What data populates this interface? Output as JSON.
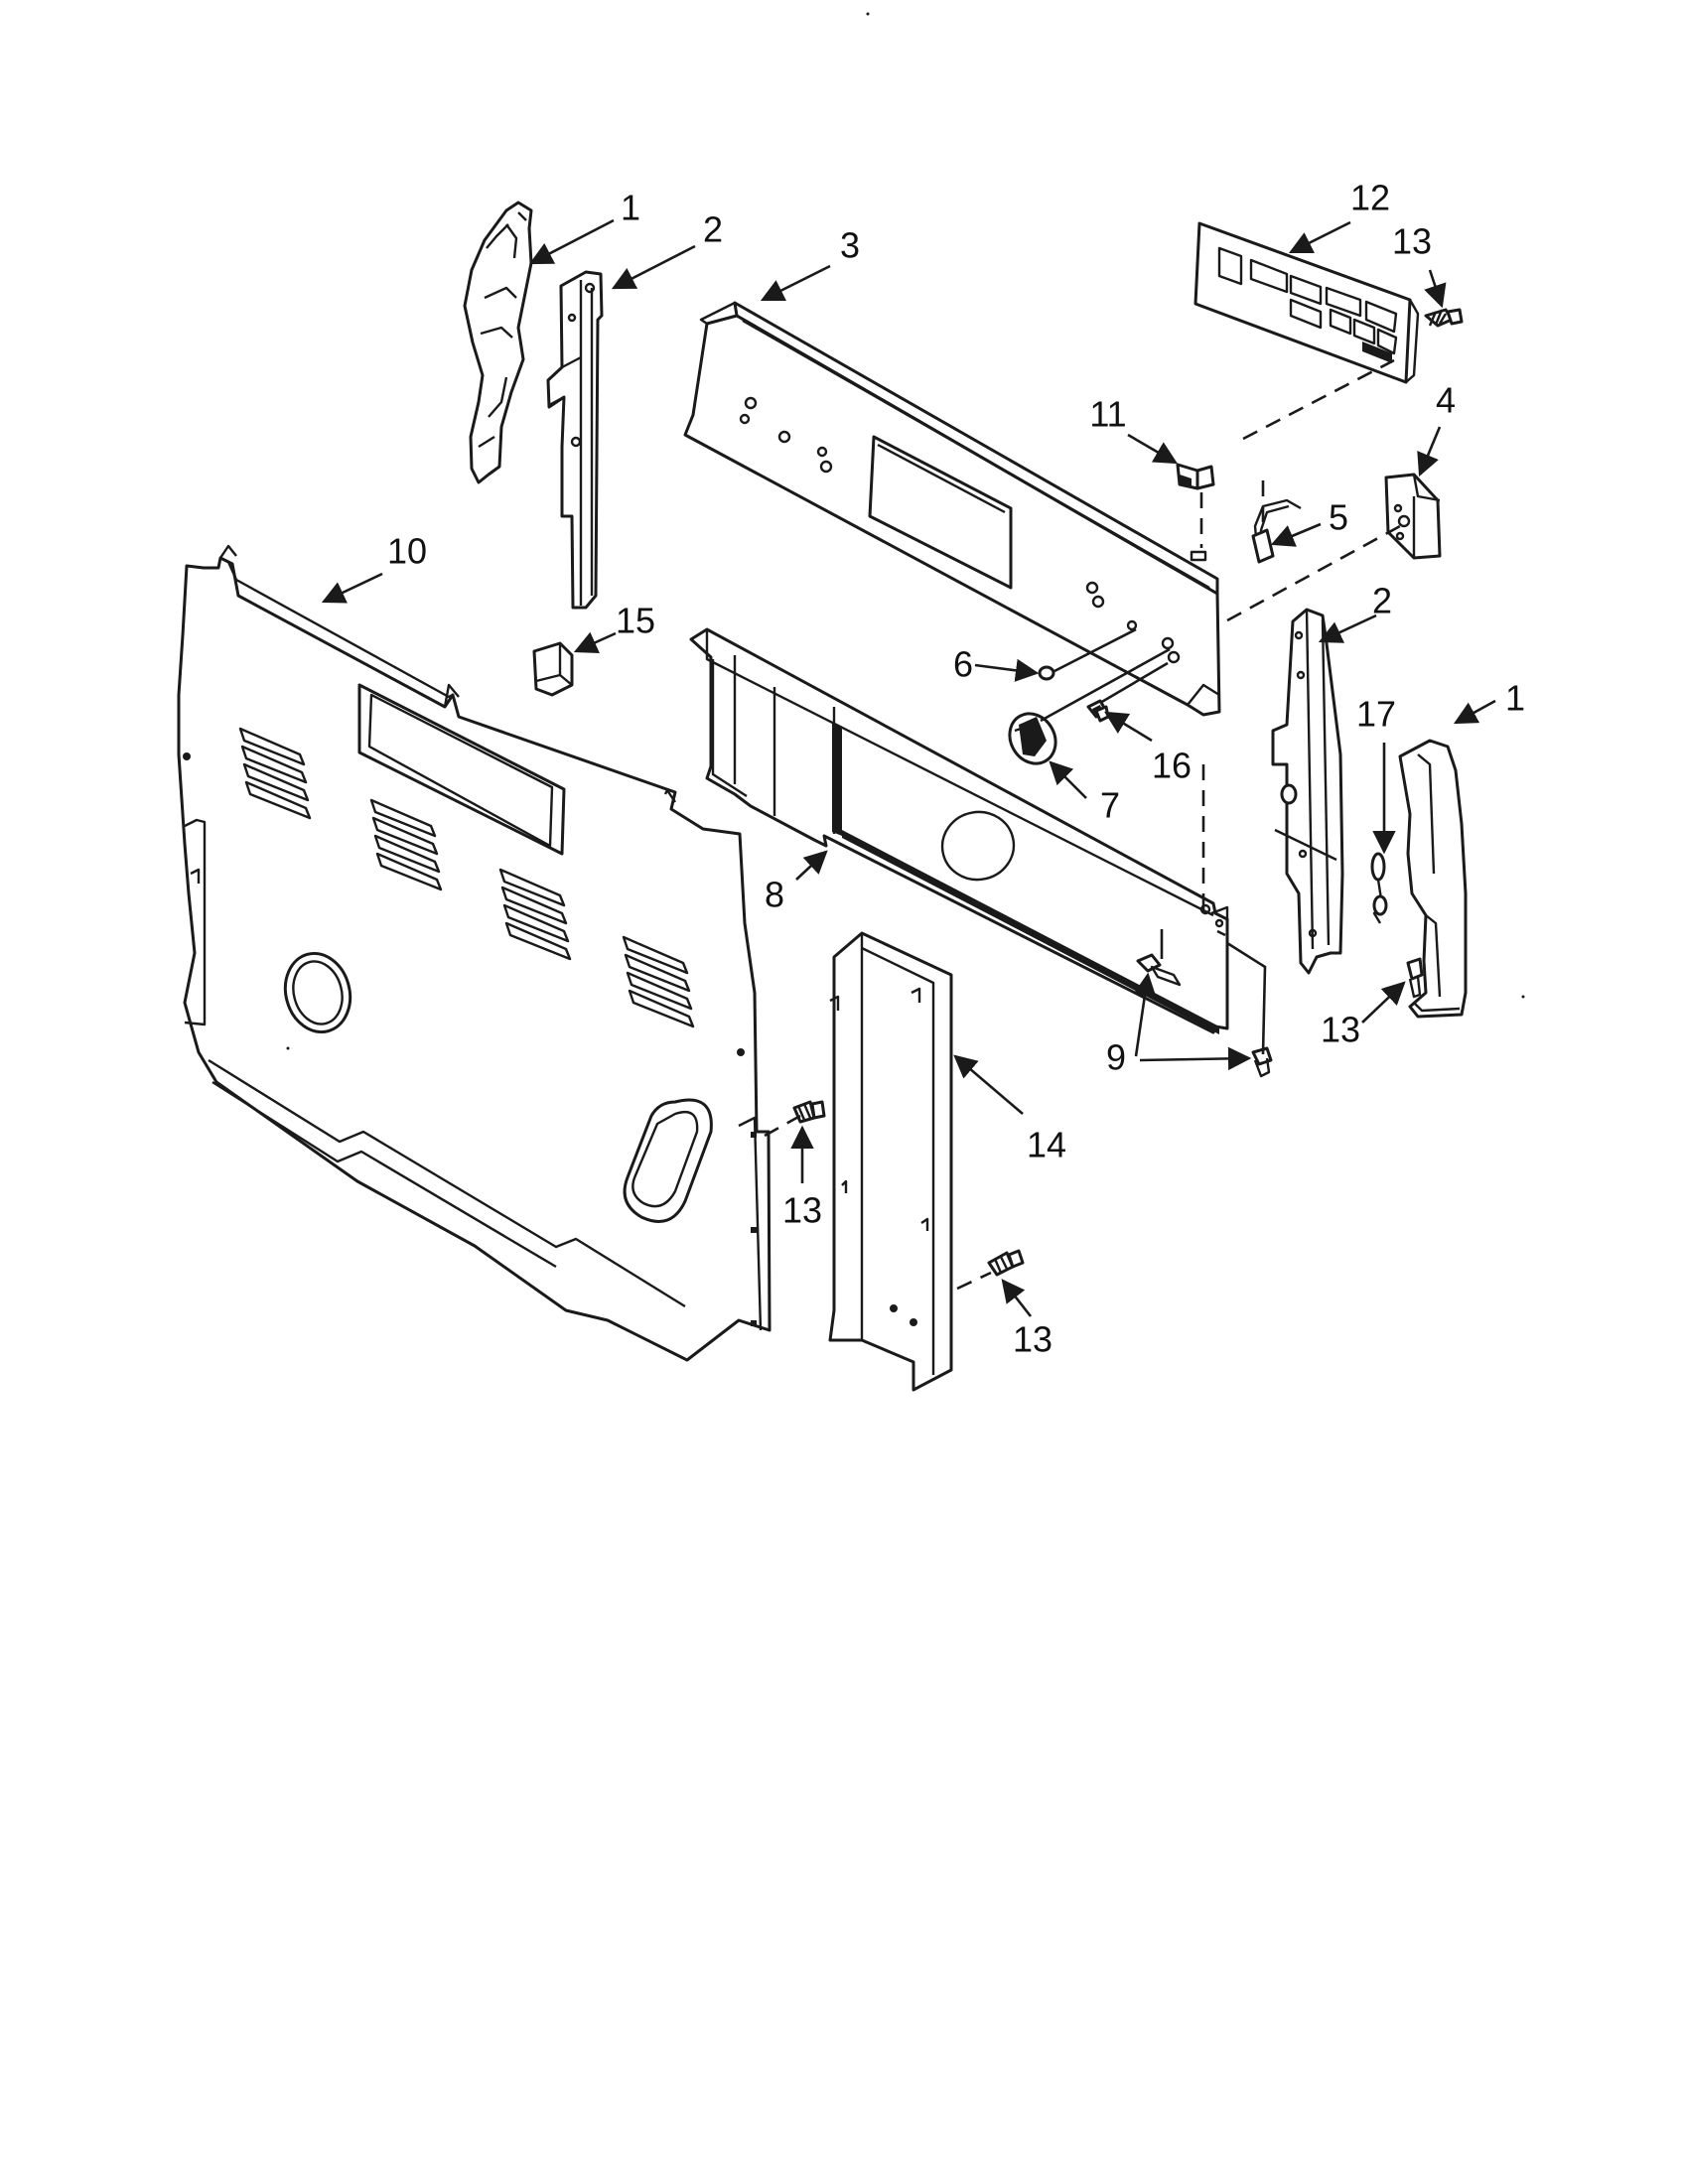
{
  "callouts": [
    {
      "id": "c1a",
      "label": "1"
    },
    {
      "id": "c2a",
      "label": "2"
    },
    {
      "id": "c3",
      "label": "3"
    },
    {
      "id": "c12",
      "label": "12"
    },
    {
      "id": "c13a",
      "label": "13"
    },
    {
      "id": "c11",
      "label": "11"
    },
    {
      "id": "c4",
      "label": "4"
    },
    {
      "id": "c5",
      "label": "5"
    },
    {
      "id": "c10",
      "label": "10"
    },
    {
      "id": "c15",
      "label": "15"
    },
    {
      "id": "c2b",
      "label": "2"
    },
    {
      "id": "c6",
      "label": "6"
    },
    {
      "id": "c16",
      "label": "16"
    },
    {
      "id": "c17",
      "label": "17"
    },
    {
      "id": "c1b",
      "label": "1"
    },
    {
      "id": "c7",
      "label": "7"
    },
    {
      "id": "c8",
      "label": "8"
    },
    {
      "id": "c13b",
      "label": "13"
    },
    {
      "id": "c9",
      "label": "9"
    },
    {
      "id": "c14",
      "label": "14"
    },
    {
      "id": "c13c",
      "label": "13"
    },
    {
      "id": "c13d",
      "label": "13"
    }
  ]
}
